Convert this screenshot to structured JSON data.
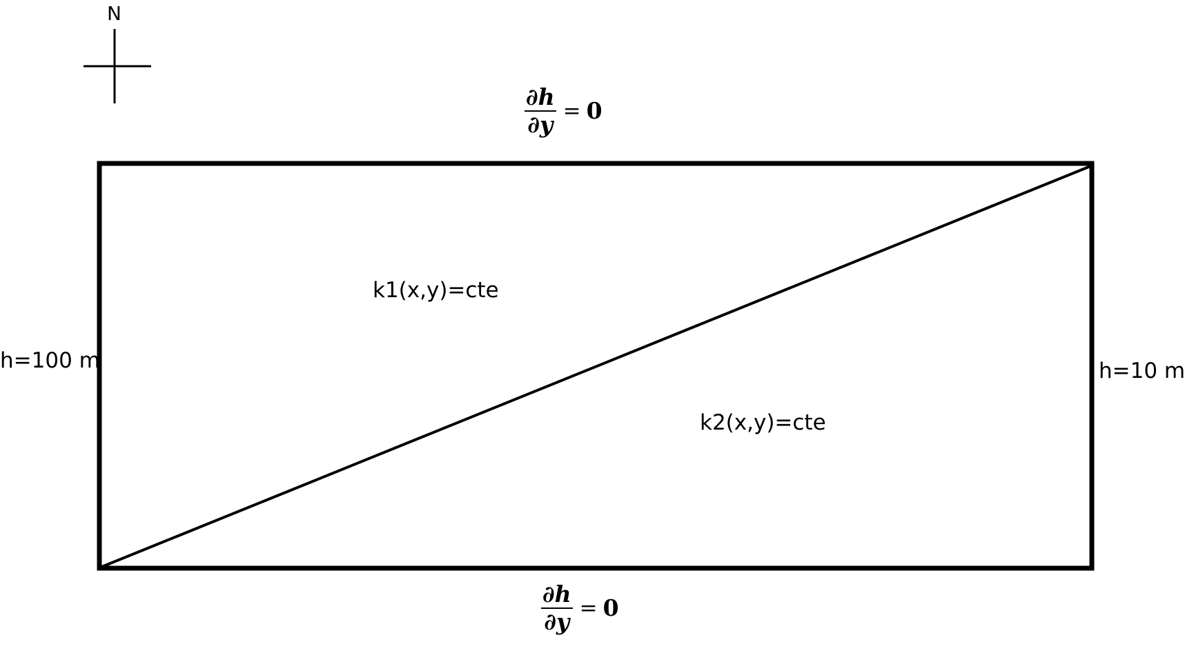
{
  "compass": {
    "north_label": "N"
  },
  "boundary_conditions": {
    "top": {
      "numerator": "∂h",
      "denominator": "∂y",
      "operator": "=",
      "value": "0"
    },
    "bottom": {
      "numerator": "∂h",
      "denominator": "∂y",
      "operator": "=",
      "value": "0"
    },
    "left": "h=100 m",
    "right": "h=10 m"
  },
  "zones": {
    "upper": "k1(x,y)=cte",
    "lower": "k2(x,y)=cte"
  },
  "colors": {
    "line": "#000000",
    "background": "#ffffff"
  }
}
